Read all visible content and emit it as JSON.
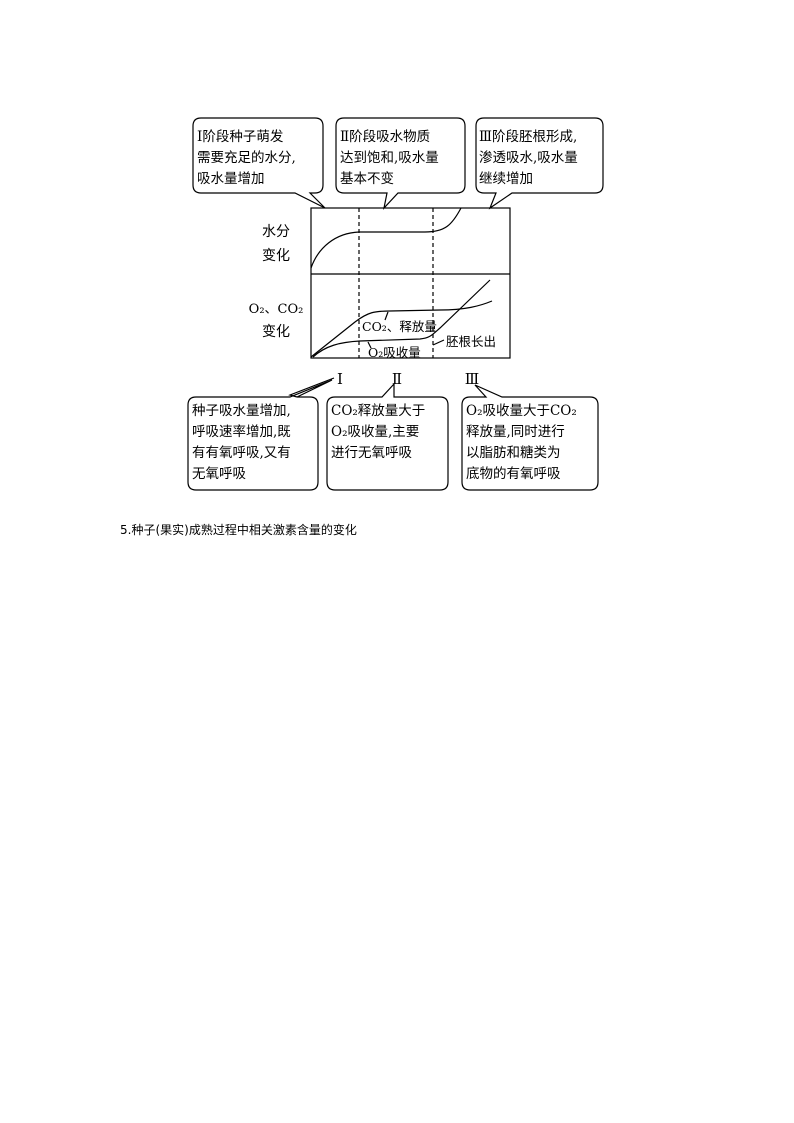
{
  "diagram": {
    "top_callouts": [
      {
        "lines": [
          "Ⅰ阶段种子萌发",
          "需要充足的水分,",
          "吸水量增加"
        ]
      },
      {
        "lines": [
          "Ⅱ阶段吸水物质",
          "达到饱和,吸水量",
          "基本不变"
        ]
      },
      {
        "lines": [
          "Ⅲ阶段胚根形成,",
          "渗透吸水,吸水量",
          "继续增加"
        ]
      }
    ],
    "water_label": [
      "水分",
      "变化"
    ],
    "gas_label": [
      "O₂、CO₂",
      "变化"
    ],
    "curve_labels": {
      "co2": "CO₂、释放量",
      "o2": "O₂吸收量",
      "radicle": "胚根长出"
    },
    "stages": [
      "Ⅰ",
      "Ⅱ",
      "Ⅲ"
    ],
    "bottom_callouts": [
      {
        "lines": [
          "种子吸水量增加,",
          "呼吸速率增加,既",
          "有有氧呼吸,又有",
          "无氧呼吸"
        ]
      },
      {
        "lines": [
          "CO₂释放量大于",
          "O₂吸收量,主要",
          "进行无氧呼吸"
        ]
      },
      {
        "lines": [
          "O₂吸收量大于CO₂",
          "释放量,同时进行",
          "以脂肪和糖类为",
          "底物的有氧呼吸"
        ]
      }
    ]
  },
  "heading": "5.种子(果实)成熟过程中相关激素含量的变化"
}
